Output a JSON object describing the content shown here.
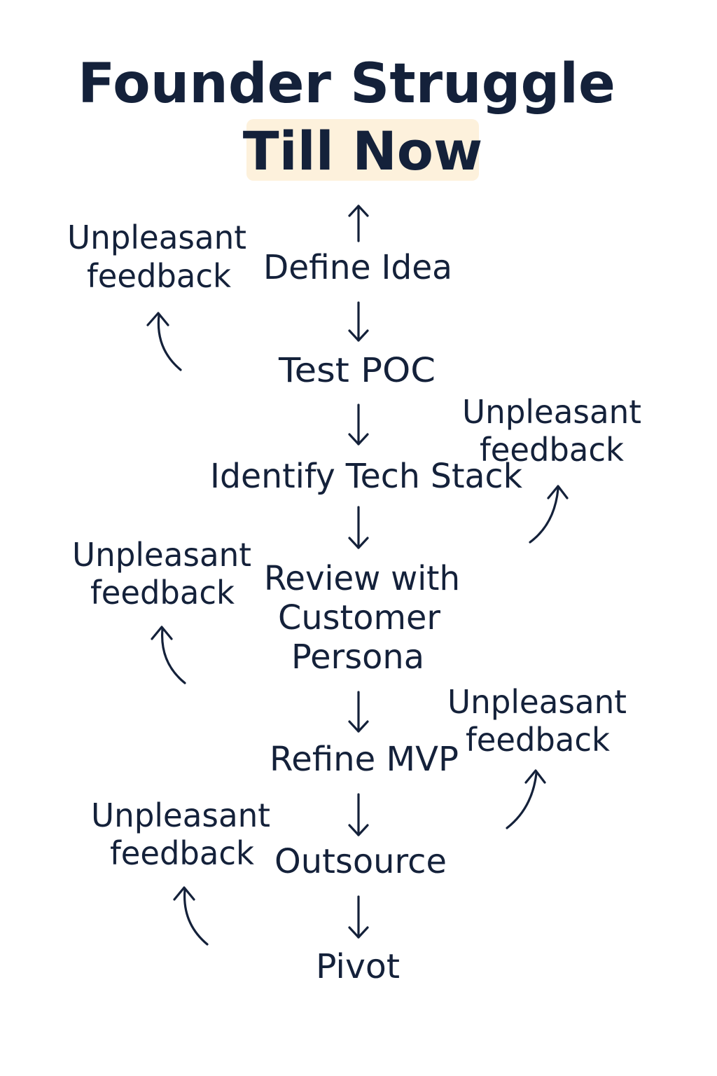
{
  "title": {
    "line1": "Founder Struggle",
    "line2": "Till Now"
  },
  "steps": [
    {
      "label": "Define Idea"
    },
    {
      "label": "Test POC"
    },
    {
      "label": "Identify Tech Stack"
    },
    {
      "label_lines": [
        "Review with",
        "Customer",
        "Persona"
      ]
    },
    {
      "label": "Refine MVP"
    },
    {
      "label": "Outsource"
    },
    {
      "label": "Pivot"
    }
  ],
  "feedback_notes": [
    {
      "lines": [
        "Unpleasant",
        "feedback"
      ]
    },
    {
      "lines": [
        "Unpleasant",
        "feedback"
      ]
    },
    {
      "lines": [
        "Unpleasant",
        "feedback"
      ]
    },
    {
      "lines": [
        "Unpleasant",
        "feedback"
      ]
    },
    {
      "lines": [
        "Unpleasant",
        "feedback"
      ]
    }
  ],
  "colors": {
    "text": "#14213a",
    "title_highlight": "#fdf1dc",
    "background": "#ffffff"
  }
}
